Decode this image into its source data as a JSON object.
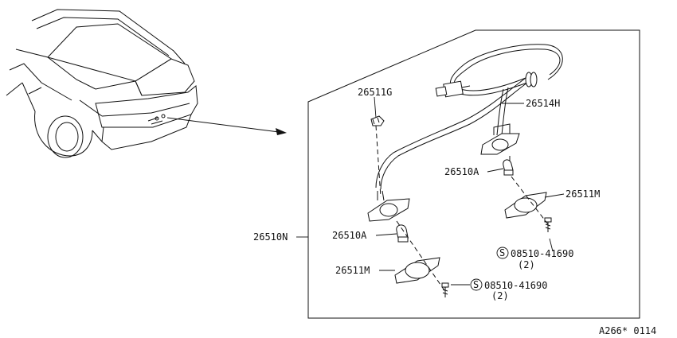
{
  "callouts": {
    "p26511G": "26511G",
    "p26514H": "26514H",
    "p26510A_upper": "26510A",
    "p26511M_upper": "26511M",
    "p26510N": "26510N",
    "p26510A_lower": "26510A",
    "p26511M_lower": "26511M"
  },
  "screws": {
    "upper": {
      "symbol": "S",
      "part": "08510-41690",
      "qty": "(2)"
    },
    "lower": {
      "symbol": "S",
      "part": "08510-41690",
      "qty": "(2)"
    }
  },
  "diagram_code": "A266* 0114"
}
